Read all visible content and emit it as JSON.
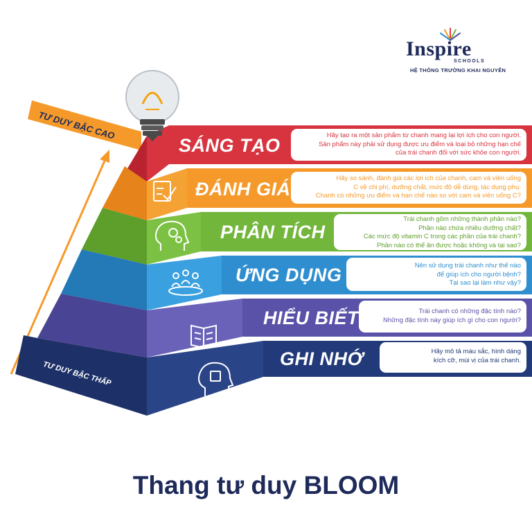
{
  "logo": {
    "word": "Inspire",
    "sub": "SCHOOLS",
    "tagline": "HỆ THỐNG TRƯỜNG KHAI NGUYÊN"
  },
  "high_label": "TƯ DUY BẬC CAO",
  "low_label": "TƯ DUY BẬC THẤP",
  "title": "Thang tư duy BLOOM",
  "colors": {
    "red": "#d8343f",
    "orange": "#f59a2a",
    "green": "#72b63b",
    "blue": "#2f8ecf",
    "purple": "#5a52a8",
    "navy": "#233a7a",
    "title": "#1e2a5a"
  },
  "levels": [
    {
      "name": "SÁNG TẠO",
      "icon": "lightbulb-icon",
      "desc": [
        "Hãy tạo ra một sản phẩm từ chanh mang lại lợi ích cho con người.",
        "Sản phẩm này phải sử dụng được ưu điểm và loại bỏ những hạn chế",
        "của trái chanh đối với sức khỏe con người."
      ]
    },
    {
      "name": "ĐÁNH GIÁ",
      "icon": "evaluate-checklist-icon",
      "desc": [
        "Hãy so sánh, đánh giá các lợi ích của chanh, cam và viên uống",
        "C về chi phí, dưỡng chất, mức độ dễ dùng, tác dụng phụ.",
        "Chanh có những ưu điểm và hạn chế nào so với cam và viên uống C?"
      ]
    },
    {
      "name": "PHÂN TÍCH",
      "icon": "head-gears-icon",
      "desc": [
        "Trái chanh gồm những thành phần nào?",
        "Phần nào chứa nhiều dưỡng chất?",
        "Các mức độ vitamin C trong các phần của trái chanh?",
        "Phần nào có thể ăn được hoặc không và tại sao?"
      ]
    },
    {
      "name": "ỨNG DỤNG",
      "icon": "people-apply-icon",
      "desc": [
        "Nên sử dụng trái chanh như thế nào",
        "để giúp ích cho người bệnh?",
        "Tại sao lại làm như vậy?"
      ]
    },
    {
      "name": "HIỂU BIẾT",
      "icon": "open-book-icon",
      "desc": [
        "Trái chanh có những đặc tính nào?",
        "Những đặc tính này giúp ích gì cho con người?"
      ]
    },
    {
      "name": "GHI NHỚ",
      "icon": "head-memory-icon",
      "desc": [
        "Hãy mô tả màu sắc, hình dáng",
        "kích cỡ, mùi vị của trái chanh."
      ]
    }
  ]
}
